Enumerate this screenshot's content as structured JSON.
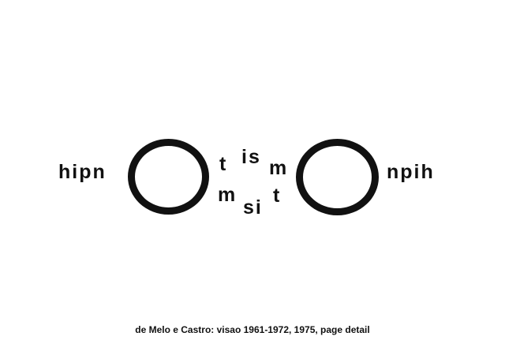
{
  "poem": {
    "left_word": "hipn",
    "upper_letters": [
      "t",
      "is",
      "m"
    ],
    "lower_letters": [
      "m",
      "si",
      "t"
    ],
    "right_word": "npih"
  },
  "caption": "de Melo e Castro: visao 1961-1972, 1975, page detail",
  "colors": {
    "ink": "#111111",
    "paper": "#ffffff"
  }
}
